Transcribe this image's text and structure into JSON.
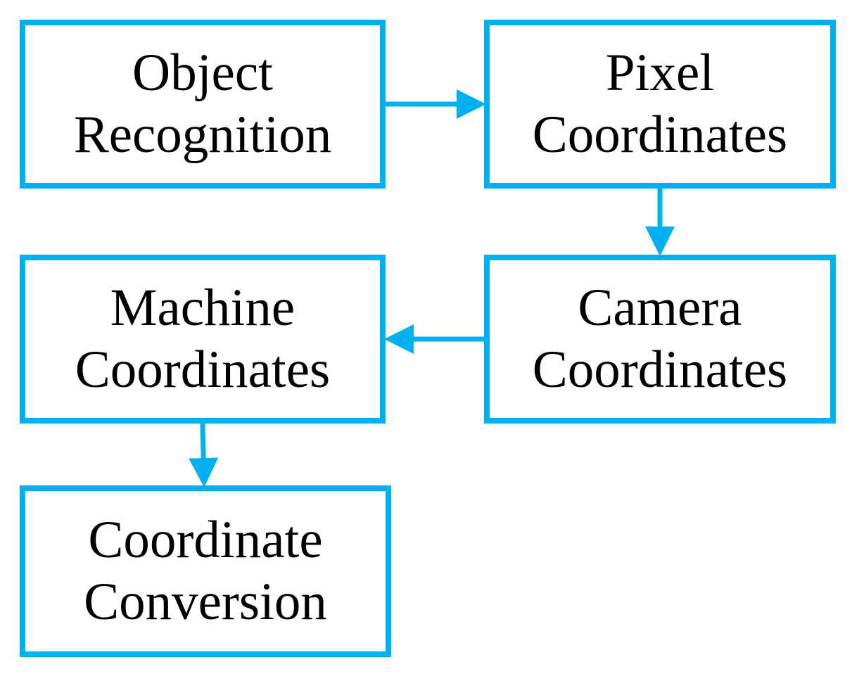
{
  "diagram": {
    "accent_color": "#00b0f0",
    "text_color": "#000000",
    "nodes": [
      {
        "id": "object-recognition",
        "lines": [
          "Object",
          "Recognition"
        ]
      },
      {
        "id": "pixel-coordinates",
        "lines": [
          "Pixel",
          "Coordinates"
        ]
      },
      {
        "id": "camera-coordinates",
        "lines": [
          "Camera",
          "Coordinates"
        ]
      },
      {
        "id": "machine-coordinates",
        "lines": [
          "Machine",
          "Coordinates"
        ]
      },
      {
        "id": "coordinate-conversion",
        "lines": [
          "Coordinate",
          "Conversion"
        ]
      }
    ],
    "edges": [
      {
        "from": "object-recognition",
        "to": "pixel-coordinates"
      },
      {
        "from": "pixel-coordinates",
        "to": "camera-coordinates"
      },
      {
        "from": "camera-coordinates",
        "to": "machine-coordinates"
      },
      {
        "from": "machine-coordinates",
        "to": "coordinate-conversion"
      }
    ]
  }
}
